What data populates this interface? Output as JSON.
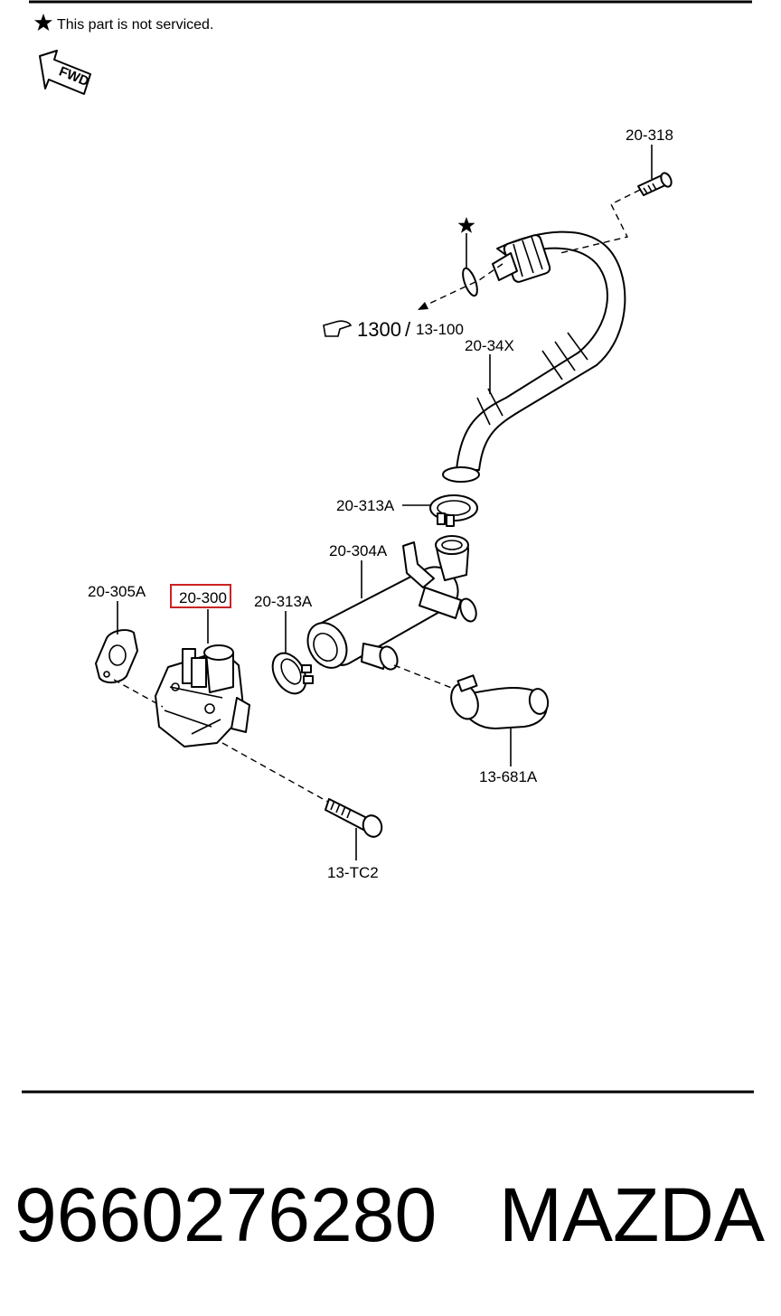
{
  "header": {
    "note": "This part is not serviced.",
    "fwd_label": "FWD"
  },
  "labels": {
    "l_20_318": "20-318",
    "l_1300": "1300",
    "l_13_100": "13-100",
    "l_20_34x": "20-34X",
    "l_20_313a_top": "20-313A",
    "l_20_304a": "20-304A",
    "l_20_305a": "20-305A",
    "l_20_300": "20-300",
    "l_20_313a_mid": "20-313A",
    "l_13_681a": "13-681A",
    "l_13_tc2": "13-TC2"
  },
  "highlight": {
    "part": "20-300",
    "color": "#cc2222"
  },
  "footer": {
    "part_number": "9660276280",
    "brand": "MAZDA"
  }
}
